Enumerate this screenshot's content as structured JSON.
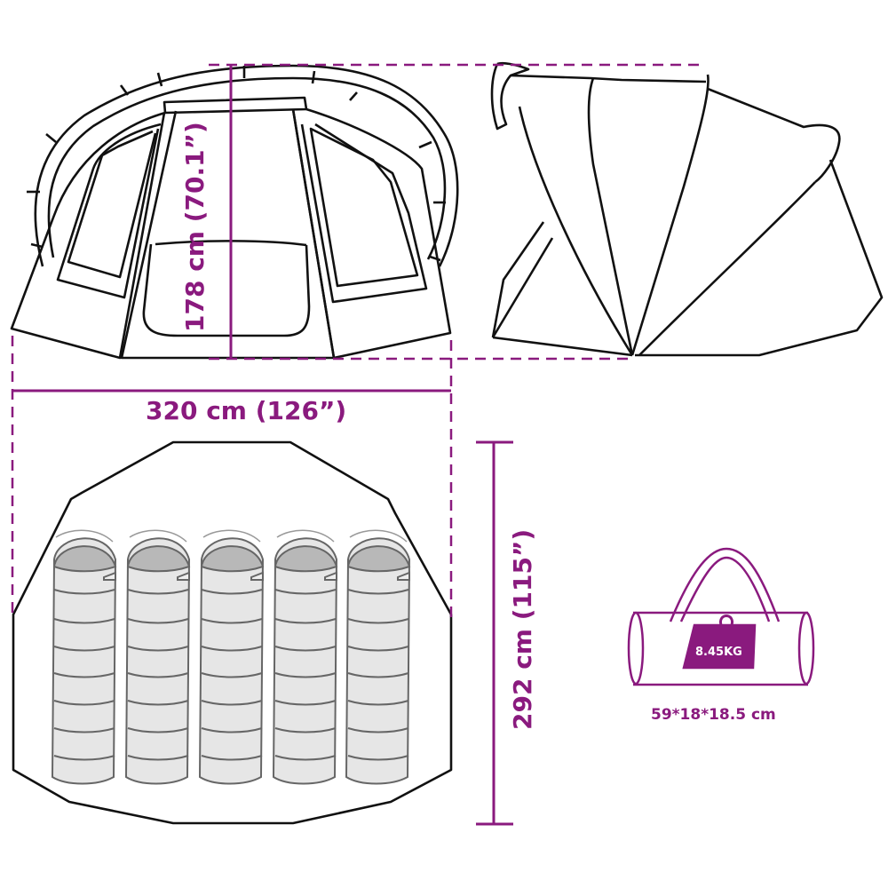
{
  "diagram": {
    "title": "Tent dimension diagram",
    "accent_color": "#8a1a7e",
    "line_color": "#111111",
    "views": [
      {
        "name": "front-view",
        "description": "Tent front elevation with arched pole and windows"
      },
      {
        "name": "side-view",
        "description": "Tent side elevation, fan-shaped panels"
      },
      {
        "name": "floor-plan",
        "description": "Top view showing 5 sleeping bags"
      },
      {
        "name": "carry-bag",
        "description": "Packed carry bag with weight"
      }
    ],
    "dimensions": {
      "height": "178 cm (70.1”)",
      "width": "320 cm (126”)",
      "depth": "292 cm (115”)"
    },
    "capacity_sleeping_bags": 5,
    "bag": {
      "weight": "8.45KG",
      "size": "59*18*18.5 cm"
    }
  }
}
